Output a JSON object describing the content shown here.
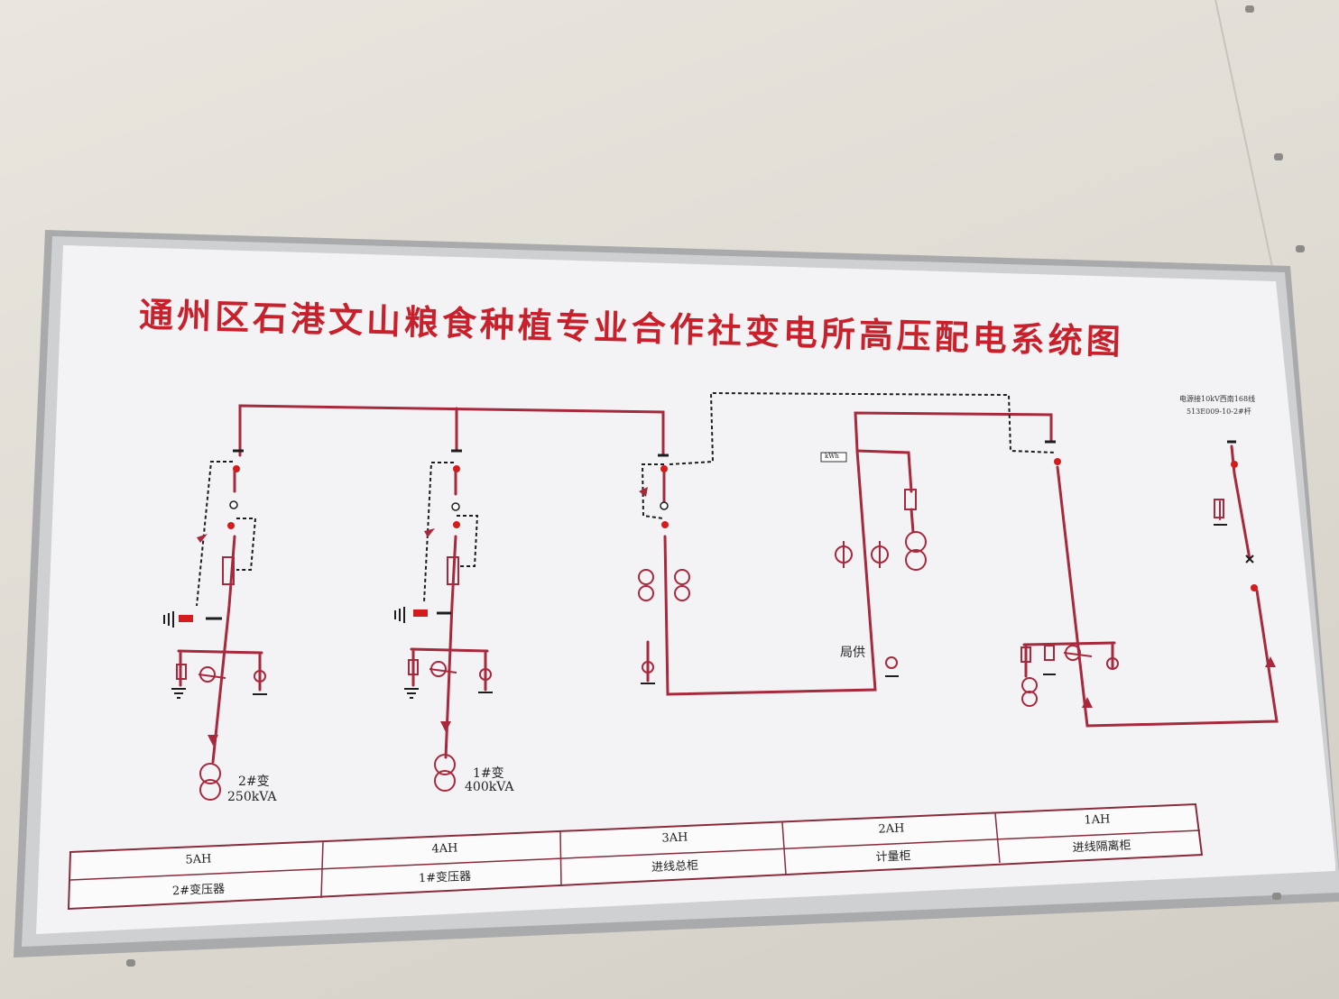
{
  "board": {
    "title": "通州区石港文山粮食种植专业合作社变电所高压配电系统图",
    "colors": {
      "wire": "#a8283c",
      "title": "#c8212b",
      "frame": "#a9aaab",
      "panel": "#f3f3f6"
    }
  },
  "diagram": {
    "transformer_2": {
      "name": "2#变",
      "capacity": "250kVA"
    },
    "transformer_1": {
      "name": "1#变",
      "capacity": "400kVA"
    },
    "local_supply": "局供",
    "source_line1": "电源接10kV西南168线",
    "source_line2": "513E009-10-2#杆",
    "meter_tag": "kWh"
  },
  "cabinets": [
    {
      "code": "5AH",
      "name": "2#变压器"
    },
    {
      "code": "4AH",
      "name": "1#变压器"
    },
    {
      "code": "3AH",
      "name": "进线总柜"
    },
    {
      "code": "2AH",
      "name": "计量柜"
    },
    {
      "code": "1AH",
      "name": "进线隔离柜"
    }
  ]
}
